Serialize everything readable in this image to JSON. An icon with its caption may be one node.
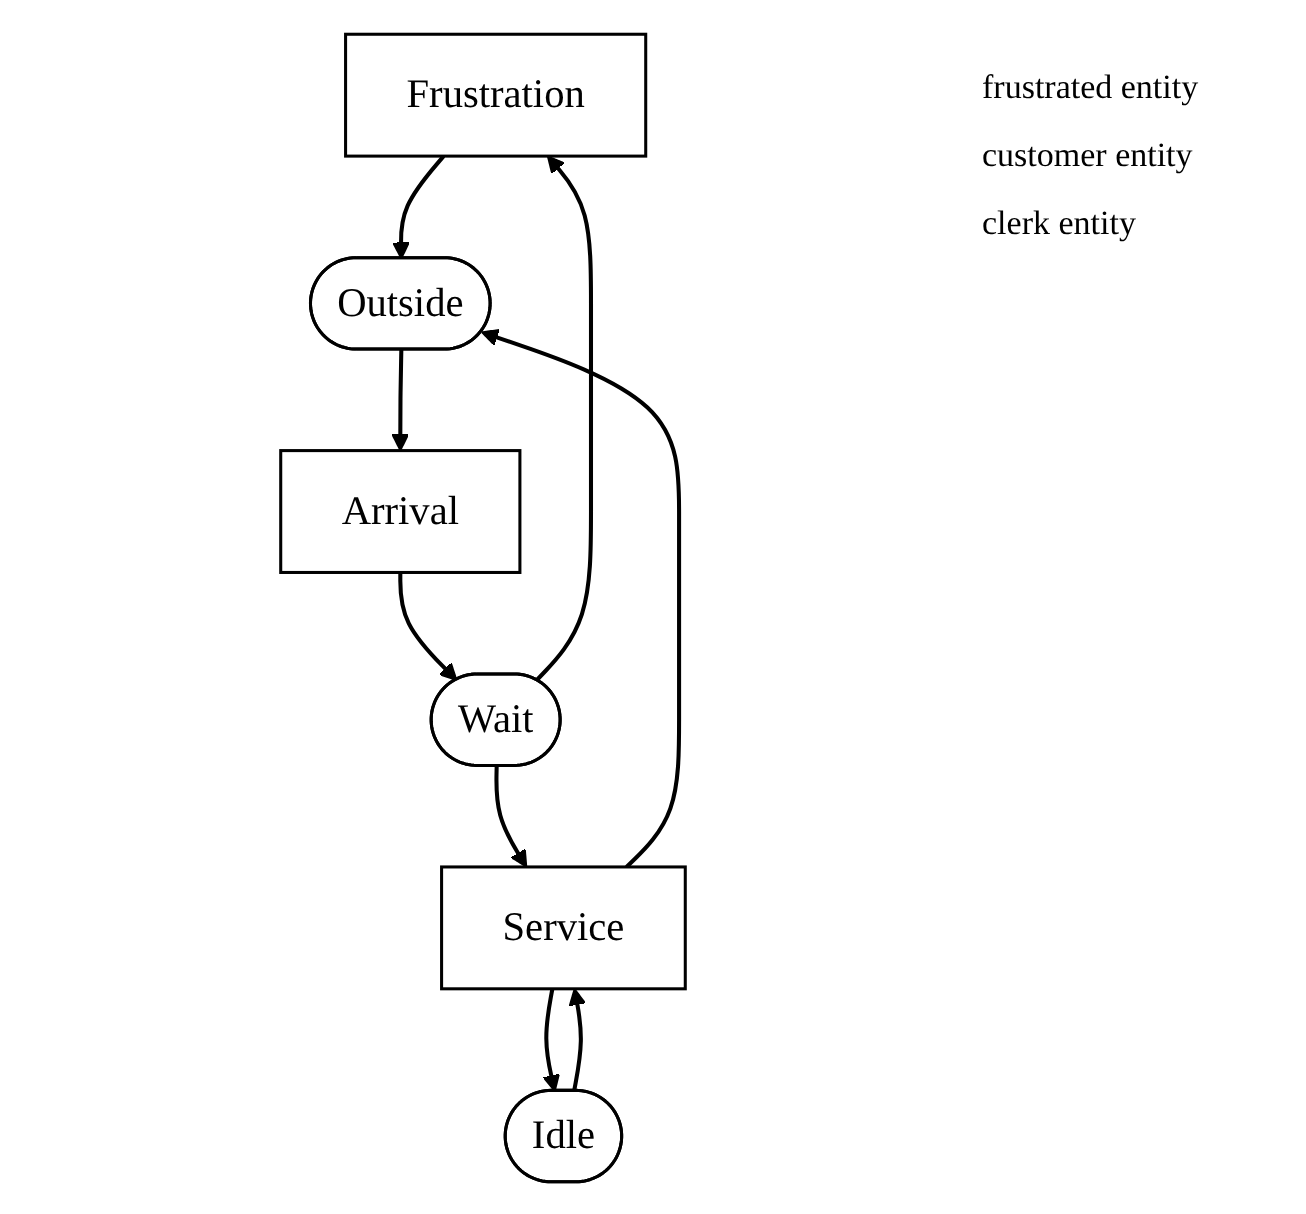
{
  "diagram": {
    "nodes": [
      {
        "text": [
          "Frustration"
        ]
      },
      {
        "text": [
          "Wait"
        ]
      },
      {
        "text": [
          "Arrival"
        ]
      },
      {
        "text": [
          "Outside"
        ]
      },
      {
        "text": [
          "Service"
        ]
      },
      {
        "text": [
          "Idle"
        ]
      }
    ],
    "edges": [
      {
        "from": 1,
        "to": 0,
        "arrow": "to"
      },
      {
        "from": 0,
        "to": 3,
        "arrow": "to"
      },
      {
        "from": 3,
        "to": 2,
        "arrow": "to"
      },
      {
        "from": 2,
        "to": 1,
        "arrow": "to"
      },
      {
        "from": 1,
        "to": 4,
        "arrow": "to"
      },
      {
        "from": 4,
        "to": 3,
        "arrow": "to"
      },
      {
        "from": 4,
        "to": 5,
        "arrow": "to"
      },
      {
        "from": 5,
        "to": 4,
        "arrow": "to"
      }
    ],
    "labels": [
      "frustrated entity",
      "customer entity",
      "clerk entity"
    ]
  }
}
